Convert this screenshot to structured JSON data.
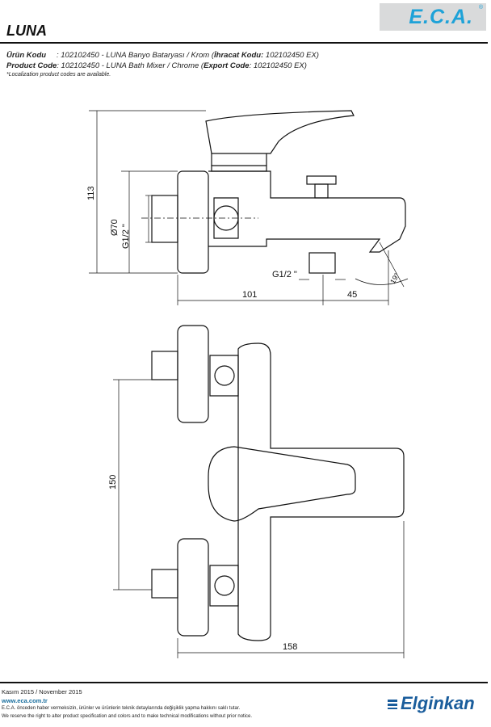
{
  "header": {
    "brand_logo": "E.C.A.",
    "title": "LUNA",
    "urun_kodu_label": "Ürün Kodu",
    "urun_kodu_value": ": 102102450 - LUNA Banyo Bataryası / Krom (",
    "ihracat_label": "İhracat Kodu:",
    "ihracat_value": " 102102450 EX)",
    "product_code_label": "Product Code",
    "product_code_value": ": 102102450 - LUNA Bath Mixer / Chrome (",
    "export_label": "Export Code",
    "export_value": ": 102102450 EX)",
    "note": "*Localization product codes are available."
  },
  "drawing": {
    "side_view": {
      "height": "113",
      "diameter": "Ø70",
      "thread_inlet": "G1/2 \"",
      "thread_outlet": "G1/2 \"",
      "depth_body": "101",
      "depth_spout": "45",
      "angle": "19°"
    },
    "top_view": {
      "inlet_spacing": "150",
      "overall_length": "158"
    }
  },
  "footer": {
    "date": "Kasım 2015 / November 2015",
    "url": "www.eca.com.tr",
    "disclaimer_tr": "E.C.A. önceden haber vermeksizin, ürünler ve ürünlerin teknik detaylarında değişiklik yapma hakkını saklı tutar.",
    "disclaimer_en": "We reserve the right to alter product specification and colors and to make technical modifications without prior notice.",
    "brand": "Elginkan"
  }
}
